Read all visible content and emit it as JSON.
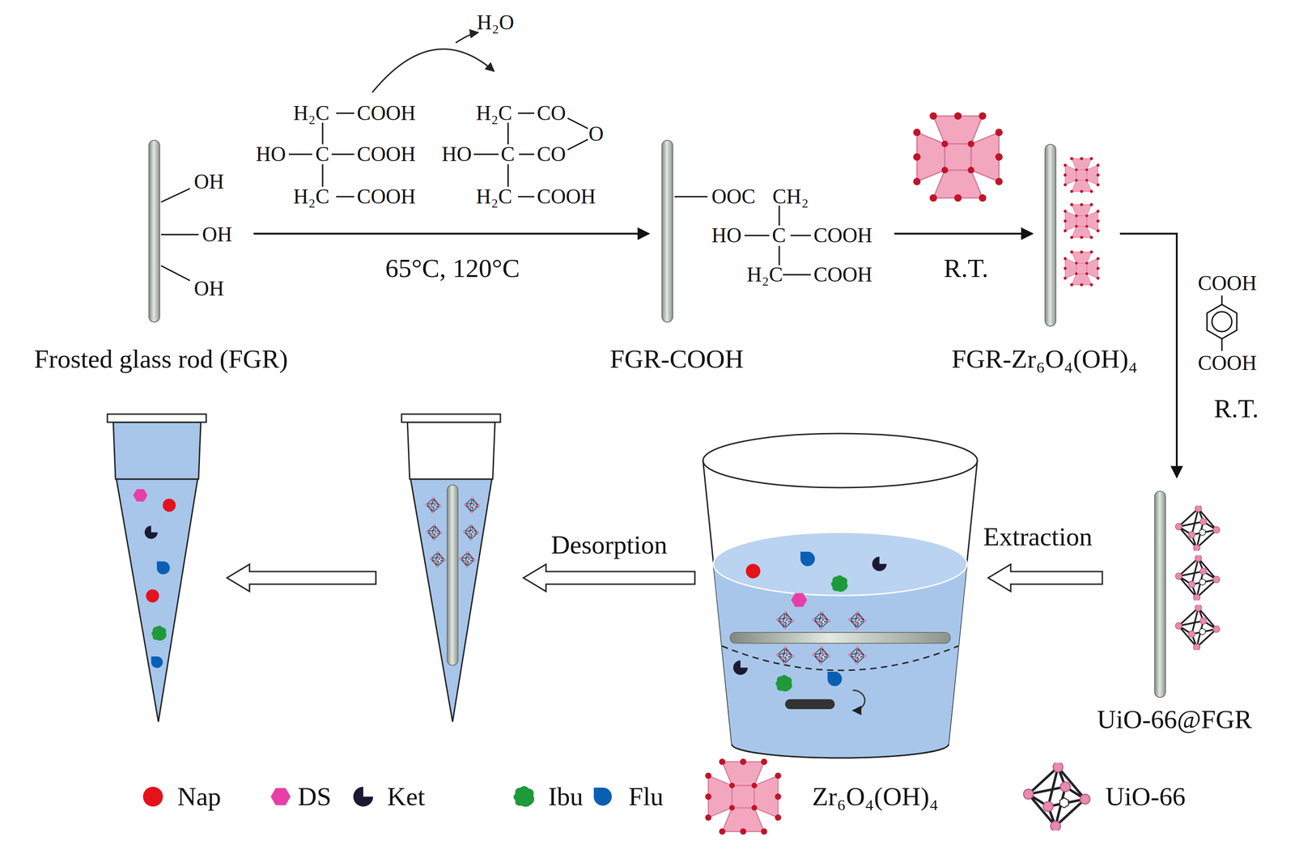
{
  "diagram": {
    "nodes": [
      {
        "text": [
          "Frosted glass rod (FGR)"
        ]
      },
      {
        "text": [
          "FGR-COOH"
        ]
      },
      {
        "text": [
          "FGR-Zr₆O₄(OH)₄"
        ]
      },
      {
        "text": [
          "UiO-66@FGR"
        ]
      }
    ],
    "edges": [
      {
        "from": 0,
        "to": 1,
        "arrow": "to",
        "label": "65°C, 120°C"
      },
      {
        "from": 1,
        "to": 2,
        "arrow": "to",
        "label": "R.T."
      },
      {
        "from": 2,
        "to": 3,
        "arrow": "to",
        "label": "R.T."
      }
    ],
    "labels": [
      "H₂O",
      "OH",
      "OH",
      "OH",
      "H₂C",
      "COOH",
      "HO",
      "C",
      "COOH",
      "H₂C",
      "COOH",
      "H₂C",
      "CO",
      "O",
      "HO",
      "C",
      "CO",
      "H₂C",
      "COOH",
      "OOC",
      "CH₂",
      "HO",
      "C",
      "COOH",
      "H₂C",
      "COOH",
      "COOH",
      "COOH",
      "Extraction",
      "Desorption"
    ],
    "legend": [
      {
        "text": "Nap",
        "color": "#e3121b"
      },
      {
        "text": "DS",
        "color": "#e83ea8"
      },
      {
        "text": "Ket",
        "color": "#1c1a33"
      },
      {
        "text": "Ibu",
        "color": "#1e9a3a"
      },
      {
        "text": "Flu",
        "color": "#0a5fb4"
      },
      {
        "text": "Zr₆O₄(OH)₄"
      },
      {
        "text": "UiO-66"
      }
    ]
  }
}
